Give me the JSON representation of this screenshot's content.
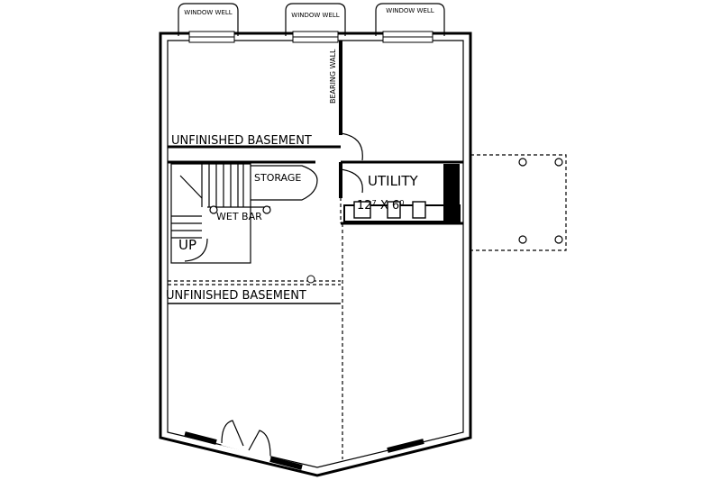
{
  "window_wells": [
    "WINDOW WELL",
    "WINDOW WELL",
    "WINDOW WELL"
  ],
  "rooms": {
    "bearing_wall": "BEARING WALL",
    "basement_upper": "UNFINISHED BASEMENT",
    "basement_lower": "UNFINISHED BASEMENT",
    "storage": "STORAGE",
    "utility": "UTILITY",
    "utility_dims": "12⁷ X 6⁰",
    "wet_bar": "WET BAR",
    "stairs_up": "UP"
  }
}
